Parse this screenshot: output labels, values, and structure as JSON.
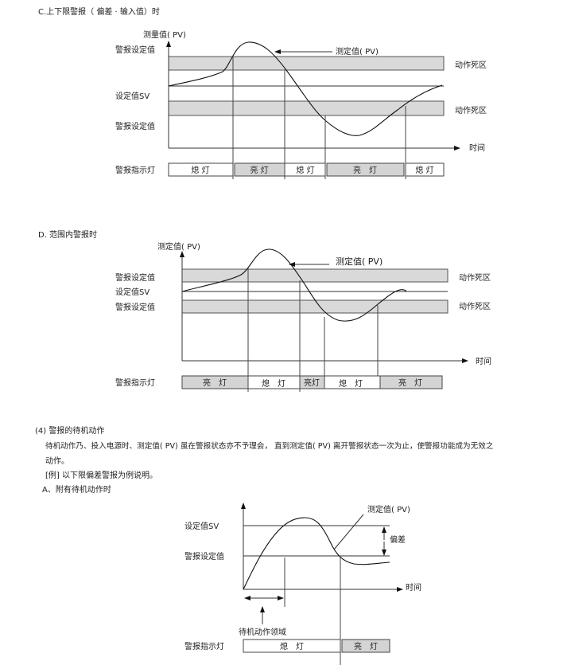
{
  "section_c": {
    "title": "C.上下限警报（ 偏差 · 输入值）时",
    "y_label": "测量值( PV)",
    "upper_alarm": "警报设定值",
    "sv": "设定值SV",
    "lower_alarm": "警报设定值",
    "pv_pointer": "测定值( PV)",
    "deadband_upper": "动作死区",
    "deadband_lower": "动作死区",
    "x_label": "时间",
    "indicator_label": "警报指示灯",
    "segments": [
      "熄 灯",
      "亮 灯",
      "熄 灯",
      "亮　灯",
      "熄 灯"
    ]
  },
  "section_d": {
    "title": "D. 范围内警报时",
    "y_label": "测定值( PV)",
    "upper_alarm": "警报设定值",
    "sv": "设定值SV",
    "lower_alarm": "警报设定值",
    "pv_pointer": "测定值( PV)",
    "deadband_upper": "动作死区",
    "deadband_lower": "动作死区",
    "x_label": "时间",
    "indicator_label": "警报指示灯",
    "segments": [
      "亮　灯",
      "熄　灯",
      "亮灯",
      "熄　灯",
      "亮　灯"
    ]
  },
  "section_4": {
    "heading": "(4) 警报的待机动作",
    "para_line1": "待机动作乃、投入电源时、测定值( PV) 虽在警报状态亦不予理会， 直到测定值( PV) 离开警报状态一次为止，使警报功能成为无效之",
    "para_line2": "动作。",
    "example": "[例] 以下限偏差警报为例说明。",
    "sub_a": "A、附有待机动作时"
  },
  "section_a": {
    "pv_pointer": "测定值( PV)",
    "sv": "设定值SV",
    "alarm": "警报设定值",
    "deviation": "偏差",
    "x_label": "时间",
    "standby_region": "待机动作领域",
    "indicator_label": "警报指示灯",
    "segments": [
      "熄　灯",
      "亮　灯"
    ]
  }
}
